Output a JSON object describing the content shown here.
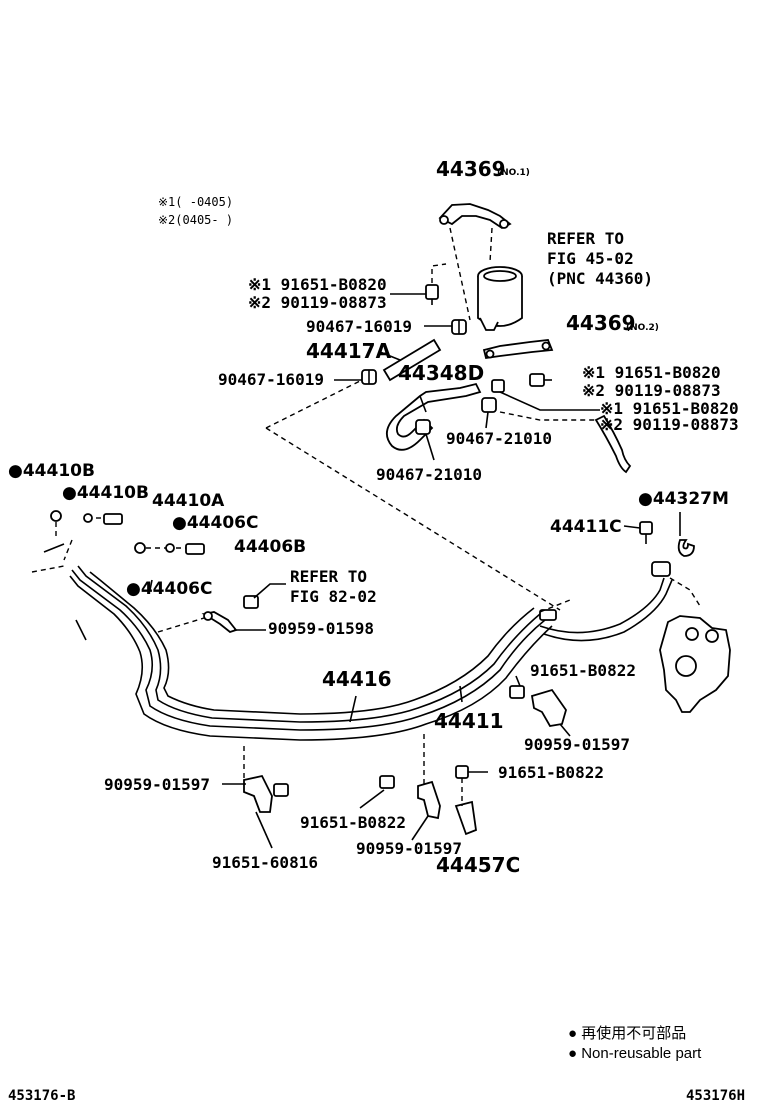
{
  "notes": {
    "n1": "※1(    -0405)",
    "n2": "※2(0405-    )"
  },
  "labels": {
    "p44369_no1": "44369",
    "p44369_no1_sfx": "(NO.1)",
    "refer1_a": "REFER TO",
    "refer1_b": "FIG 45-02",
    "refer1_c": "(PNC 44360)",
    "s1_91651_b0820_a": "※1 91651-B0820",
    "s2_90119_08873_a": "※2 90119-08873",
    "p90467_16019_a": "90467-16019",
    "p44369_no2": "44369",
    "p44369_no2_sfx": "(NO.2)",
    "p44417a": "44417A",
    "s1_91651_b0820_b": "※1 91651-B0820",
    "s2_90119_08873_b": "※2 90119-08873",
    "p90467_16019_b": "90467-16019",
    "p44348d": "44348D",
    "s1_91651_b0820_c": "※1 91651-B0820",
    "s2_90119_08873_c": "※2 90119-08873",
    "p90467_21010_a": "90467-21010",
    "p90467_21010_b": "90467-21010",
    "p44410b_a": "●44410B",
    "p44410b_b": "●44410B",
    "p44410a": "44410A",
    "p44406c_a": "●44406C",
    "p44406b": "44406B",
    "p44406c_b": "●44406C",
    "p44327m": "●44327M",
    "p44411c": "44411C",
    "refer2_a": "REFER TO",
    "refer2_b": "FIG 82-02",
    "p90959_01598": "90959-01598",
    "p44416": "44416",
    "p91651_b0822_a": "91651-B0822",
    "p44411": "44411",
    "p90959_01597_a": "90959-01597",
    "p90959_01597_b": "90959-01597",
    "p91651_b0822_b": "91651-B0822",
    "p91651_b0822_c": "91651-B0822",
    "p90959_01597_c": "90959-01597",
    "p44457c": "44457C",
    "p91651_60816": "91651-60816"
  },
  "legend": {
    "line1": "● 再使用不可部品",
    "line2": "● Non-reusable part"
  },
  "footer": {
    "left_code": "453176-B",
    "right_code": "453176H"
  }
}
